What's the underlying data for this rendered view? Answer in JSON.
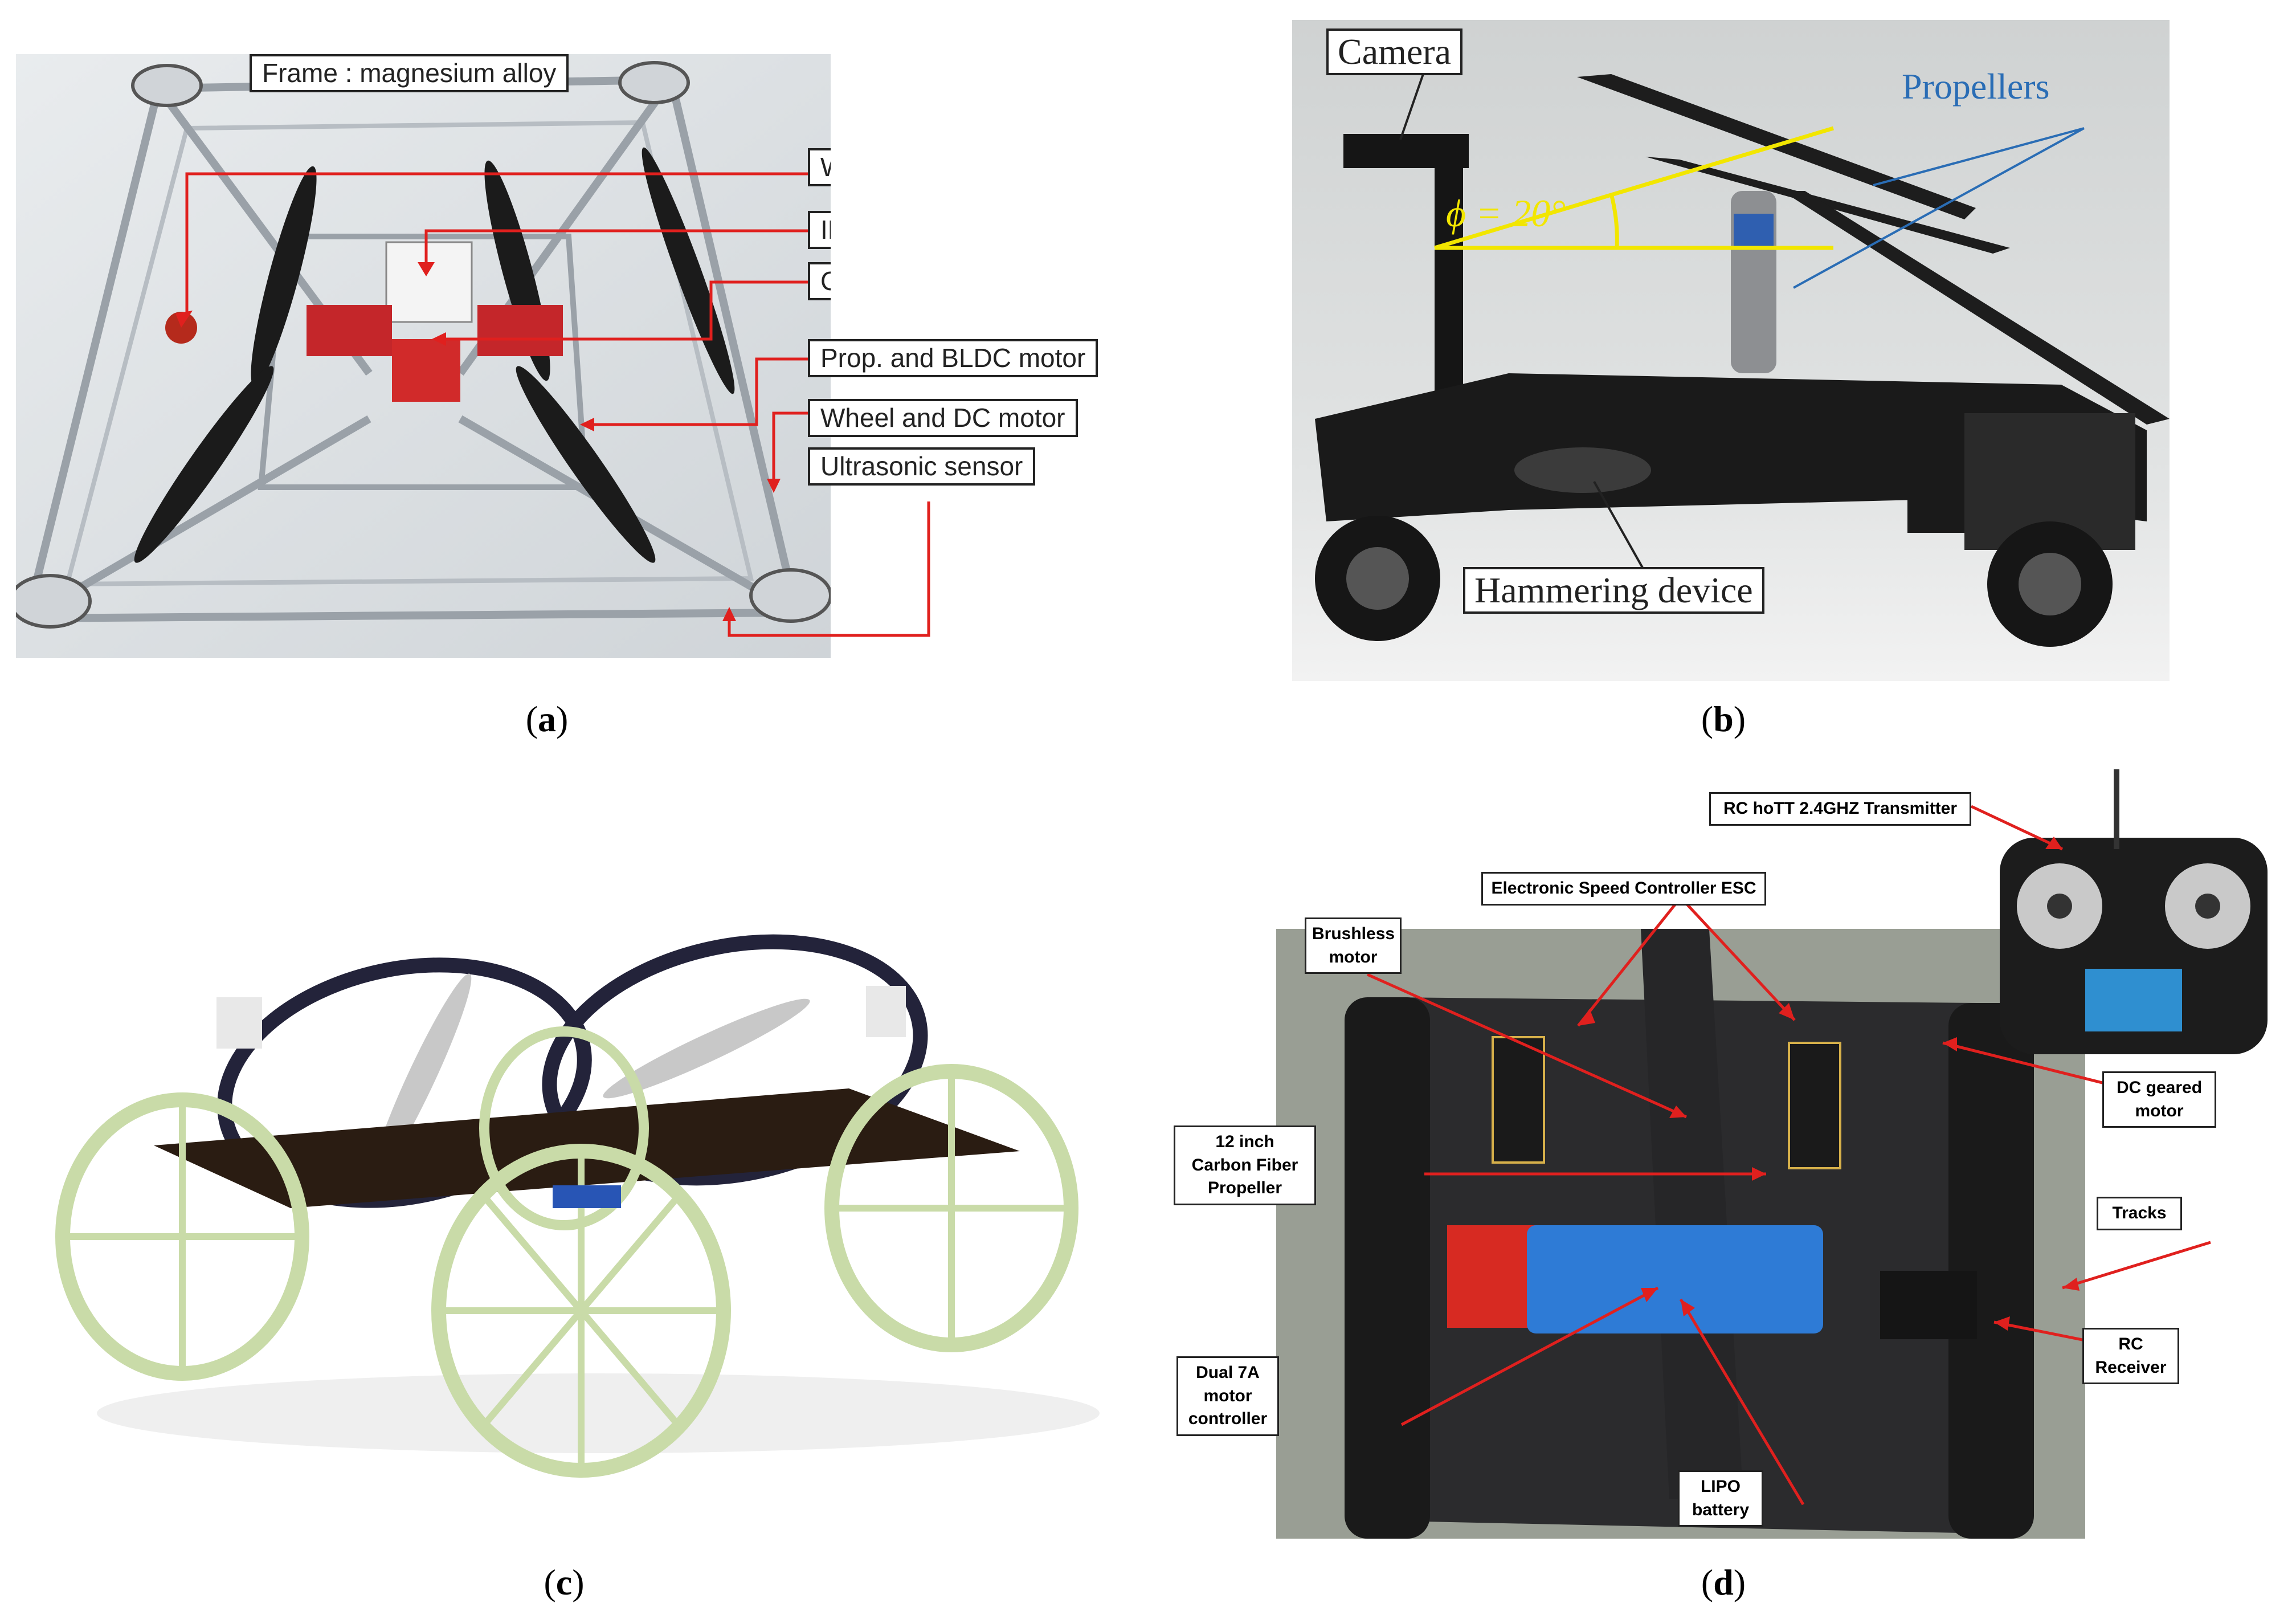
{
  "panel_a": {
    "caption_letter": "a",
    "labels": {
      "frame": "Frame : magnesium alloy",
      "wireless_camera": "Wireless camera",
      "imu": "IMU",
      "control_circuit": "Control circuit",
      "prop_bldc": "Prop. and BLDC motor",
      "wheel_dc": "Wheel and DC motor",
      "ultrasonic": "Ultrasonic sensor"
    }
  },
  "panel_b": {
    "caption_letter": "b",
    "labels": {
      "camera": "Camera",
      "propellers": "Propellers",
      "angle": "ϕ = 20°",
      "hammering": "Hammering device"
    }
  },
  "panel_c": {
    "caption_letter": "c"
  },
  "panel_d": {
    "caption_letter": "d",
    "labels": {
      "transmitter": "RC hoTT 2.4GHZ Transmitter",
      "esc": "Electronic Speed Controller ESC",
      "brushless": "Brushless\nmotor",
      "dc_geared": "DC geared\nmotor",
      "propeller": "12  inch\nCarbon Fiber\nPropeller",
      "tracks": "Tracks",
      "rc_receiver": "RC\nReceiver",
      "dual_controller": "Dual 7A\nmotor\ncontroller",
      "lipo": "LIPO\nbattery"
    }
  },
  "colors": {
    "annotation_red": "#e0201e",
    "propeller_blue": "#2a6db5",
    "angle_yellow": "#f2e600"
  }
}
